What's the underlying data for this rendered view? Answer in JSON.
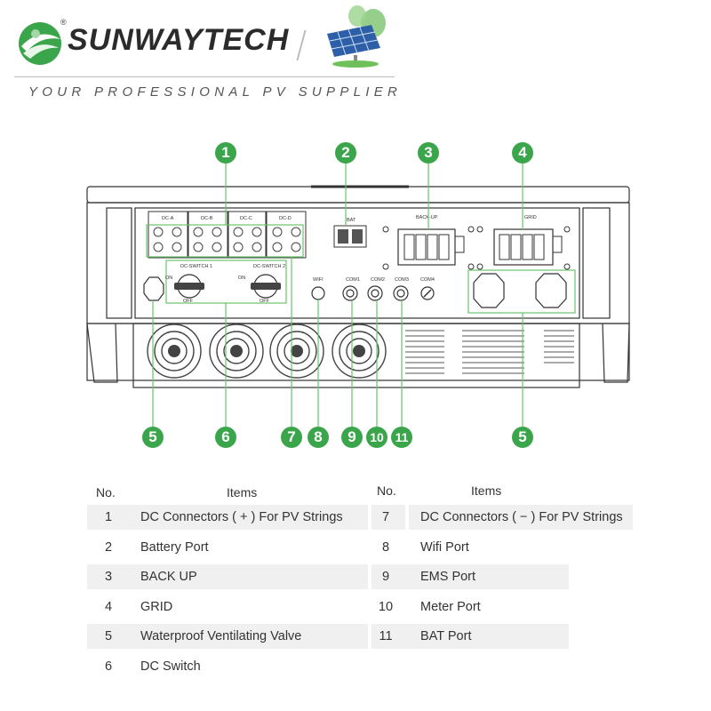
{
  "header": {
    "brand": "SUNWAYTECH",
    "registered": "®",
    "tagline": "YOUR PROFESSIONAL PV SUPPLIER",
    "brand_color": "#3aa54a"
  },
  "diagram": {
    "marker_color": "#3aa54a",
    "panel_labels": {
      "dc_a": "DC-A",
      "dc_b": "DC-B",
      "dc_c": "DC-C",
      "dc_d": "DC-D",
      "bat": "BAT",
      "backup": "BACK-UP",
      "grid": "GRID",
      "switch1": "DC-SWITCH 1",
      "switch2": "DC-SWITCH 2",
      "on": "ON",
      "off": "OFF",
      "wifi": "WIFI",
      "com1": "COM1",
      "com2": "COM2",
      "com3": "COM3",
      "com4": "COM4"
    },
    "markers_top": [
      "1",
      "2",
      "3",
      "4"
    ],
    "markers_bottom": [
      "5",
      "6",
      "7",
      "8",
      "9",
      "10",
      "11",
      "5"
    ]
  },
  "table": {
    "headers": {
      "no": "No.",
      "items": "Items"
    },
    "left": [
      {
        "no": "1",
        "item": "DC Connectors ( + ) For PV Strings"
      },
      {
        "no": "2",
        "item": "Battery Port"
      },
      {
        "no": "3",
        "item": "BACK UP"
      },
      {
        "no": "4",
        "item": "GRID"
      },
      {
        "no": "5",
        "item": "Waterproof Ventilating Valve"
      },
      {
        "no": "6",
        "item": "DC Switch"
      }
    ],
    "right": [
      {
        "no": "7",
        "item": "DC Connectors ( − ) For PV Strings"
      },
      {
        "no": "8",
        "item": "Wifi Port"
      },
      {
        "no": "9",
        "item": "EMS Port"
      },
      {
        "no": "10",
        "item": "Meter Port"
      },
      {
        "no": "11",
        "item": "BAT Port"
      }
    ]
  }
}
